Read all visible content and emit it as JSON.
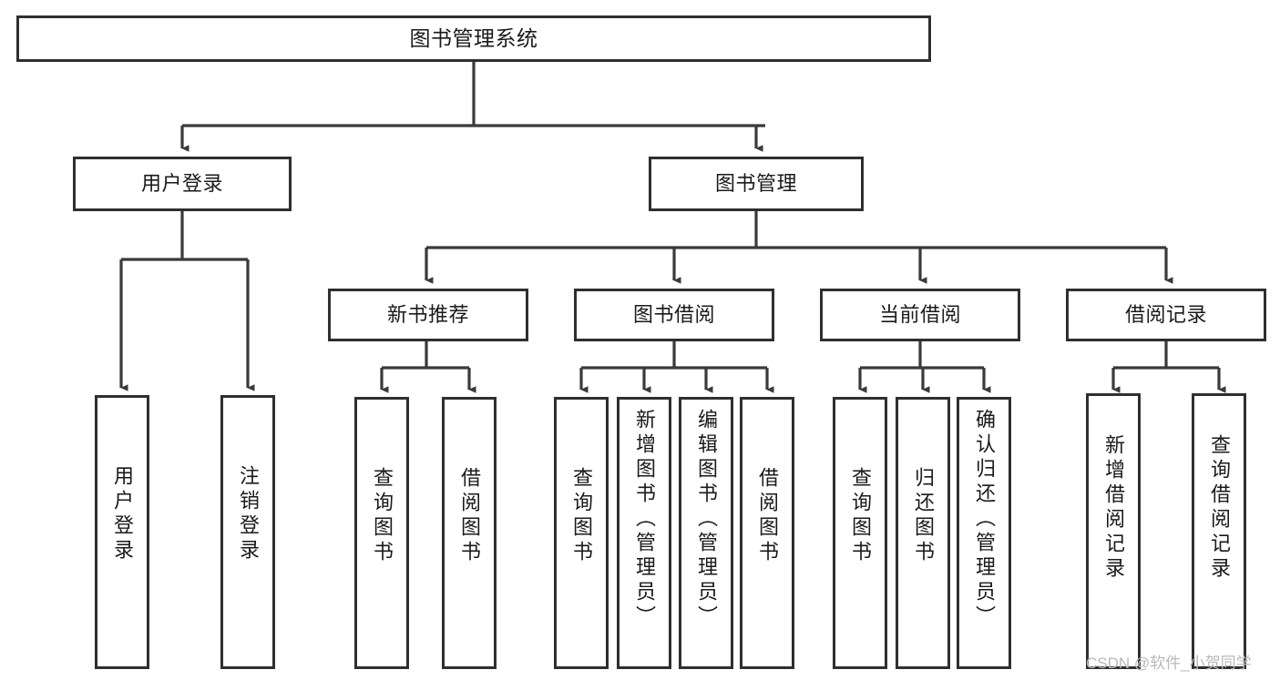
{
  "diagram": {
    "title": "图书管理系统",
    "type": "tree",
    "watermark": "CSDN @软件_小贺同学",
    "colors": {
      "box_border": "#2f2f2f",
      "box_fill": "#ffffff",
      "edge": "#3a3a3a",
      "text": "#1a1a1a",
      "watermark": "#b9b9b9",
      "background": "#ffffff"
    },
    "nodes": {
      "root": {
        "label": "图书管理系统",
        "level": 1
      },
      "l2": [
        {
          "id": "user-login",
          "label": "用户登录",
          "level": 2
        },
        {
          "id": "book-manage",
          "label": "图书管理",
          "level": 2
        }
      ],
      "l3": [
        {
          "id": "new-book-recommend",
          "label": "新书推荐",
          "level": 3
        },
        {
          "id": "book-borrow",
          "label": "图书借阅",
          "level": 3
        },
        {
          "id": "current-borrow",
          "label": "当前借阅",
          "level": 3
        },
        {
          "id": "borrow-record",
          "label": "借阅记录",
          "level": 3
        }
      ],
      "leaves": [
        {
          "id": "leaf-user-login",
          "label": "用户登录",
          "parent": "user-login"
        },
        {
          "id": "leaf-logout-login",
          "label": "注销登录",
          "parent": "user-login"
        },
        {
          "id": "leaf-query-book-1",
          "label": "查询图书",
          "parent": "new-book-recommend"
        },
        {
          "id": "leaf-borrow-book-1",
          "label": "借阅图书",
          "parent": "new-book-recommend"
        },
        {
          "id": "leaf-query-book-2",
          "label": "查询图书",
          "parent": "book-borrow"
        },
        {
          "id": "leaf-add-book",
          "label": "新增图书（管理员）",
          "parent": "book-borrow"
        },
        {
          "id": "leaf-edit-book",
          "label": "编辑图书（管理员）",
          "parent": "book-borrow"
        },
        {
          "id": "leaf-borrow-book-2",
          "label": "借阅图书",
          "parent": "book-borrow"
        },
        {
          "id": "leaf-query-book-3",
          "label": "查询图书",
          "parent": "current-borrow"
        },
        {
          "id": "leaf-return-book",
          "label": "归还图书",
          "parent": "current-borrow"
        },
        {
          "id": "leaf-confirm-return",
          "label": "确认归还（管理员）",
          "parent": "current-borrow"
        },
        {
          "id": "leaf-add-record",
          "label": "新增借阅记录",
          "parent": "borrow-record"
        },
        {
          "id": "leaf-query-record",
          "label": "查询借阅记录",
          "parent": "borrow-record"
        }
      ]
    }
  }
}
